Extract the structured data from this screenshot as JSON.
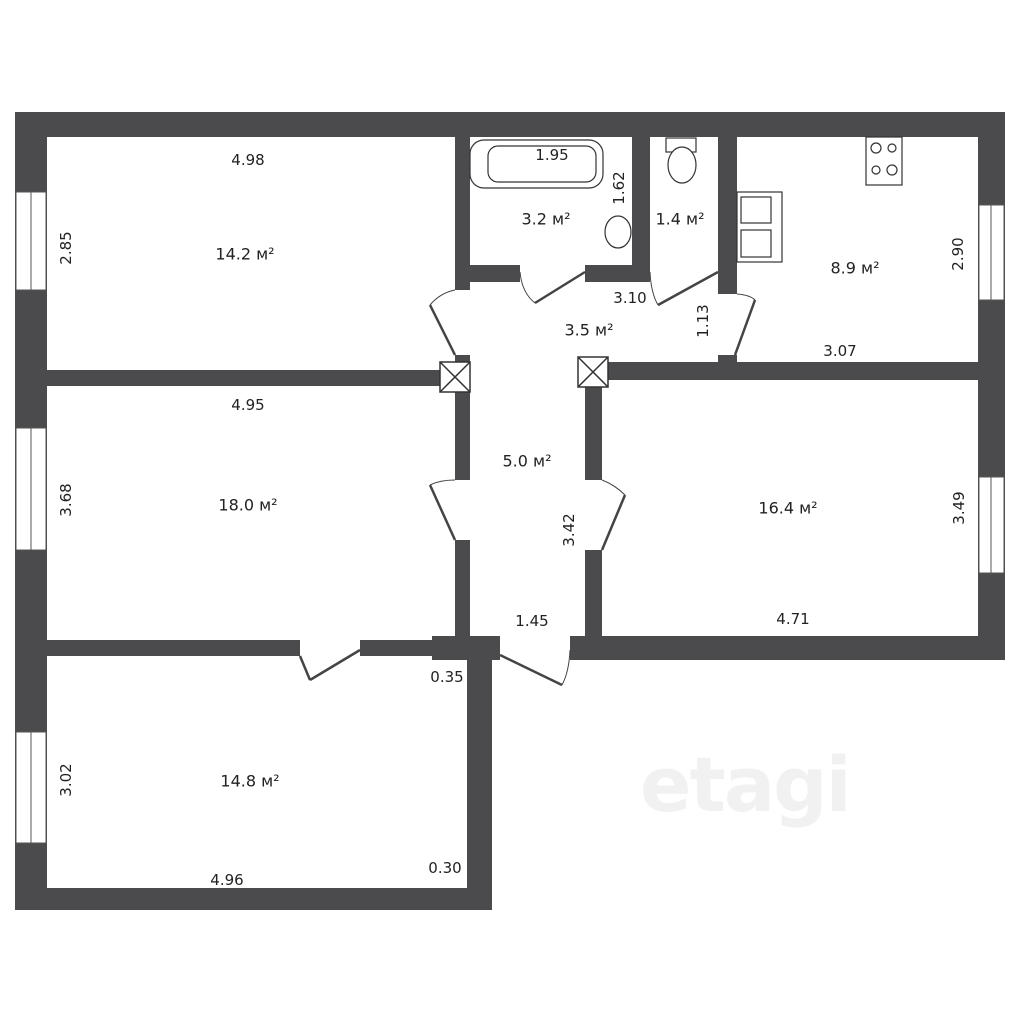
{
  "watermark": "etagi",
  "colors": {
    "wall": "#4b4b4d",
    "background": "#ffffff"
  },
  "rooms": [
    {
      "name": "room-top-left",
      "area": "14.2 м²",
      "width": "4.98",
      "height": "2.85"
    },
    {
      "name": "room-middle-left",
      "area": "18.0 м²",
      "width": "4.95",
      "height": "3.68"
    },
    {
      "name": "room-bottom-left",
      "area": "14.8 м²",
      "width": "4.96",
      "height": "3.02",
      "extra": [
        "0.35",
        "0.30"
      ]
    },
    {
      "name": "bathroom",
      "area": "3.2 м²",
      "width": "1.95",
      "height": "1.62"
    },
    {
      "name": "toilet",
      "area": "1.4 м²"
    },
    {
      "name": "kitchen",
      "area": "8.9 м²",
      "width": "3.07",
      "height": "2.90"
    },
    {
      "name": "hall",
      "area": "3.5 м²",
      "width": "3.10",
      "height": "1.13"
    },
    {
      "name": "corridor",
      "area": "5.0 м²",
      "width": "1.45",
      "height": "3.42"
    },
    {
      "name": "room-right",
      "area": "16.4 м²",
      "width": "4.71",
      "height": "3.49"
    }
  ]
}
